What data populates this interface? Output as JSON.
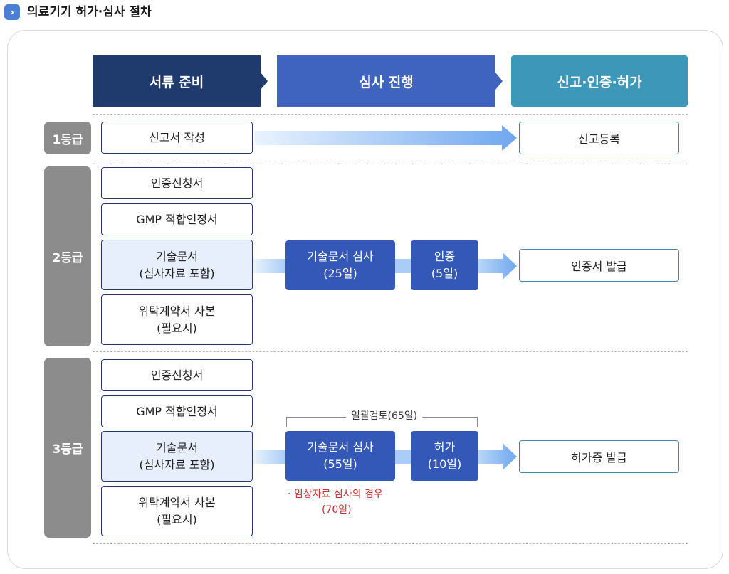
{
  "page_title": "의료기기 허가·심사 절차",
  "title_icon": "chevron-right-icon",
  "colors": {
    "header_prepare": "#1f3a6d",
    "header_review": "#3f64c0",
    "header_approval": "#3d97b9",
    "step_fill": "#3458b8",
    "note_red": "#d32f2f"
  },
  "headers": {
    "prepare": "서류 준비",
    "review": "심사 진행",
    "approval": "신고·인증·허가"
  },
  "class1": {
    "label": "1등급",
    "docs": [
      "신고서 작성"
    ],
    "result": "신고등록"
  },
  "class2": {
    "label": "2등급",
    "docs": [
      "인증신청서",
      "GMP 적합인정서",
      "기술문서\n(심사자료 포함)",
      "위탁계약서 사본\n(필요시)"
    ],
    "step1": {
      "line1": "기술문서 심사",
      "line2": "(25일)"
    },
    "step2": {
      "line1": "인증",
      "line2": "(5일)"
    },
    "result": "인증서 발급"
  },
  "class3": {
    "label": "3등급",
    "docs": [
      "인증신청서",
      "GMP 적합인정서",
      "기술문서\n(심사자료 포함)",
      "위탁계약서 사본\n(필요시)"
    ],
    "bracket_label": "일괄검토(65일)",
    "step1": {
      "line1": "기술문서 심사",
      "line2": "(55일)"
    },
    "step2": {
      "line1": "허가",
      "line2": "(10일)"
    },
    "note_line1": "· 임상자료 심사의 경우",
    "note_line2": "(70일)",
    "result": "허가증 발급"
  }
}
